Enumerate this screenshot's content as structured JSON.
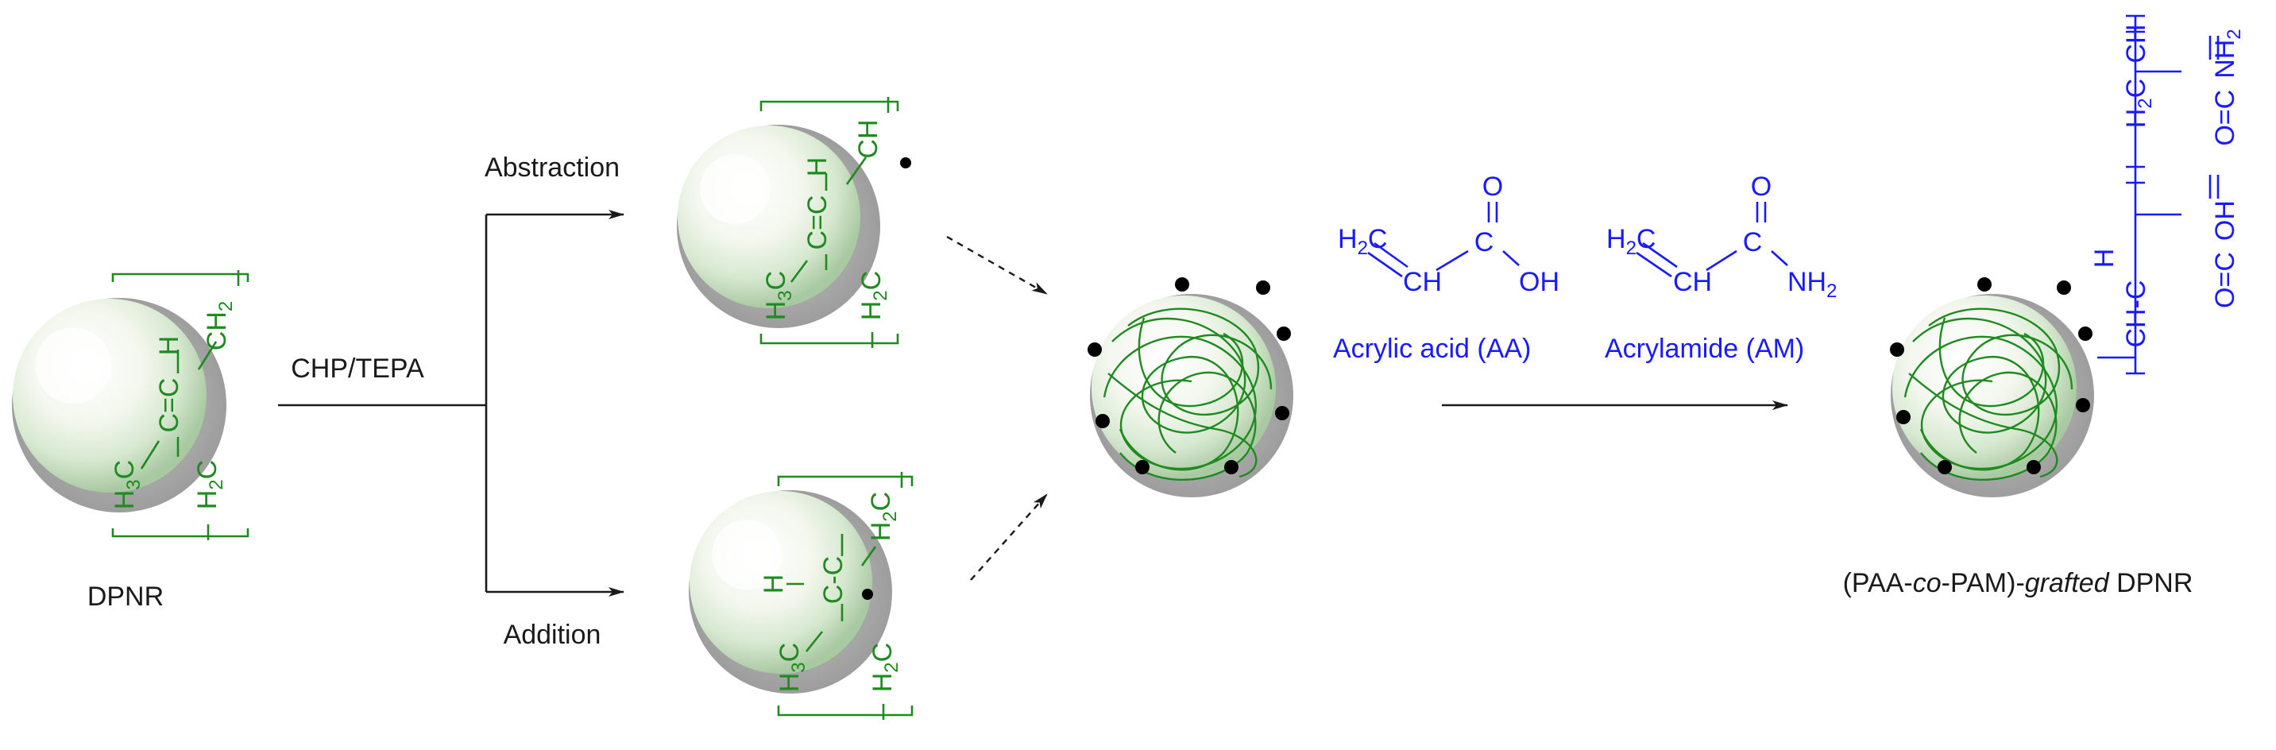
{
  "labels": {
    "dpnr": "DPNR",
    "reagent": "CHP/TEPA",
    "abstraction": "Abstraction",
    "addition": "Addition",
    "acrylic_acid": "Acrylic acid (AA)",
    "acrylamide": "Acrylamide (AM)",
    "product_pre": "(PAA-",
    "product_co": "co",
    "product_mid": "-PAM)-",
    "product_grafted": "grafted",
    "product_post": " DPNR"
  },
  "chem": {
    "H": "H",
    "CH": "CH",
    "CH2_C": "CH",
    "H2C": "H",
    "H3C": "H",
    "C": "C",
    "O": "O",
    "OH": "OH",
    "NH2": "NH",
    "eq": "=",
    "C_eq_C": "C=C",
    "sub2": "2",
    "sub3": "3",
    "CH_C": "CH-C",
    "C_C": "C-C"
  },
  "colors": {
    "rubber_chem": "#1f8a1f",
    "monomer_chem": "#1a1aff",
    "text": "#1a1a1a",
    "radical": "#000000"
  }
}
